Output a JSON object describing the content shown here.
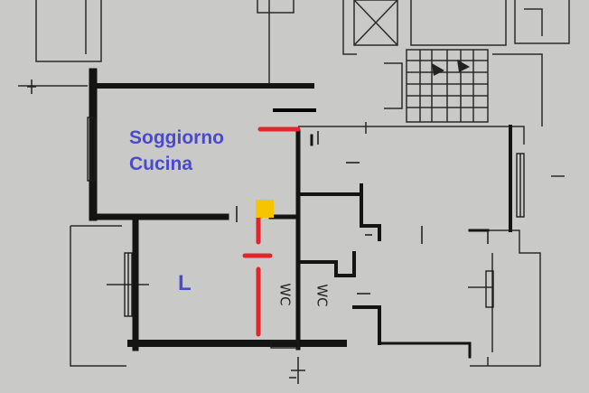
{
  "plan": {
    "rooms": {
      "soggiorno": "Soggiorno",
      "cucina": "Cucina",
      "l": "L",
      "wc_left": "WC",
      "wc_right": "WC"
    },
    "colors": {
      "paper": "#c9c9c7",
      "wall": "#1a1a1a",
      "label": "#4a4acb",
      "annotation_red": "#e0262b",
      "marker_yellow": "#f6c400"
    }
  }
}
